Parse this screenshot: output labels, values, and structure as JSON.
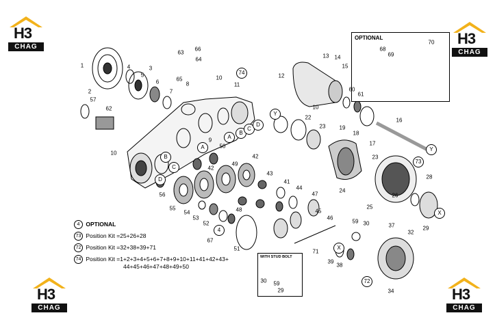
{
  "logos": [
    {
      "mark": "H3",
      "band": "CHAG",
      "pos": "top-left"
    },
    {
      "mark": "H3",
      "band": "CHAG",
      "pos": "top-right"
    },
    {
      "mark": "H3",
      "band": "CHAG",
      "pos": "bottom-left"
    },
    {
      "mark": "H3",
      "band": "CHAG",
      "pos": "bottom-right"
    }
  ],
  "optional_box": {
    "title": "OPTIONAL",
    "parts": [
      "68",
      "69",
      "70"
    ]
  },
  "stud_box": {
    "title": "WITH STUD BOLT",
    "parts": [
      "30",
      "59",
      "29"
    ]
  },
  "legend": {
    "optional": {
      "num": "4",
      "label": "OPTIONAL"
    },
    "kit73": {
      "num": "73",
      "label": "Position Kit =25+26+28"
    },
    "kit72": {
      "num": "72",
      "label": "Position Kit =32+38+39+71"
    },
    "kit74": {
      "num": "74",
      "label": "Position Kit =1+2+3+4+5+6+7+8+9+10+11+41+42+43+",
      "cont": "44+45+46+47+48+49+50"
    }
  },
  "part_labels": {
    "p1": "1",
    "p2": "2",
    "p3": "3",
    "p4": "4",
    "p5": "5",
    "p6": "6",
    "p7": "7",
    "p8": "8",
    "p9": "9",
    "p10a": "10",
    "p10b": "10",
    "p10c": "10",
    "p11": "11",
    "p12": "12",
    "p13": "13",
    "p14": "14",
    "p15": "15",
    "p16": "16",
    "p17": "17",
    "p18": "18",
    "p19": "19",
    "p22": "22",
    "p23a": "23",
    "p23b": "23",
    "p24": "24",
    "p25": "25",
    "p26": "26",
    "p28": "28",
    "p29": "29",
    "p30": "30",
    "p32": "32",
    "p34": "34",
    "p37": "37",
    "p38": "38",
    "p39": "39",
    "p41": "41",
    "p42a": "42",
    "p42b": "42",
    "p43": "43",
    "p44": "44",
    "p45": "45",
    "p46": "46",
    "p47": "47",
    "p48": "48",
    "p49": "49",
    "p50": "50",
    "p51": "51",
    "p52": "52",
    "p53": "53",
    "p54": "54",
    "p55": "55",
    "p56": "56",
    "p57": "57",
    "p59": "59",
    "p60": "60",
    "p61": "61",
    "p62": "62",
    "p63": "63",
    "p64": "64",
    "p65": "65",
    "p66": "66",
    "p67": "67",
    "p71": "71",
    "c4": "4",
    "c72": "72",
    "c73": "73",
    "c74": "74",
    "lA1": "A",
    "lA2": "A",
    "lB1": "B",
    "lB2": "B",
    "lC1": "C",
    "lC2": "C",
    "lD1": "D",
    "lD2": "D",
    "lX1": "X",
    "lX2": "X",
    "lY1": "Y",
    "lY2": "Y"
  }
}
